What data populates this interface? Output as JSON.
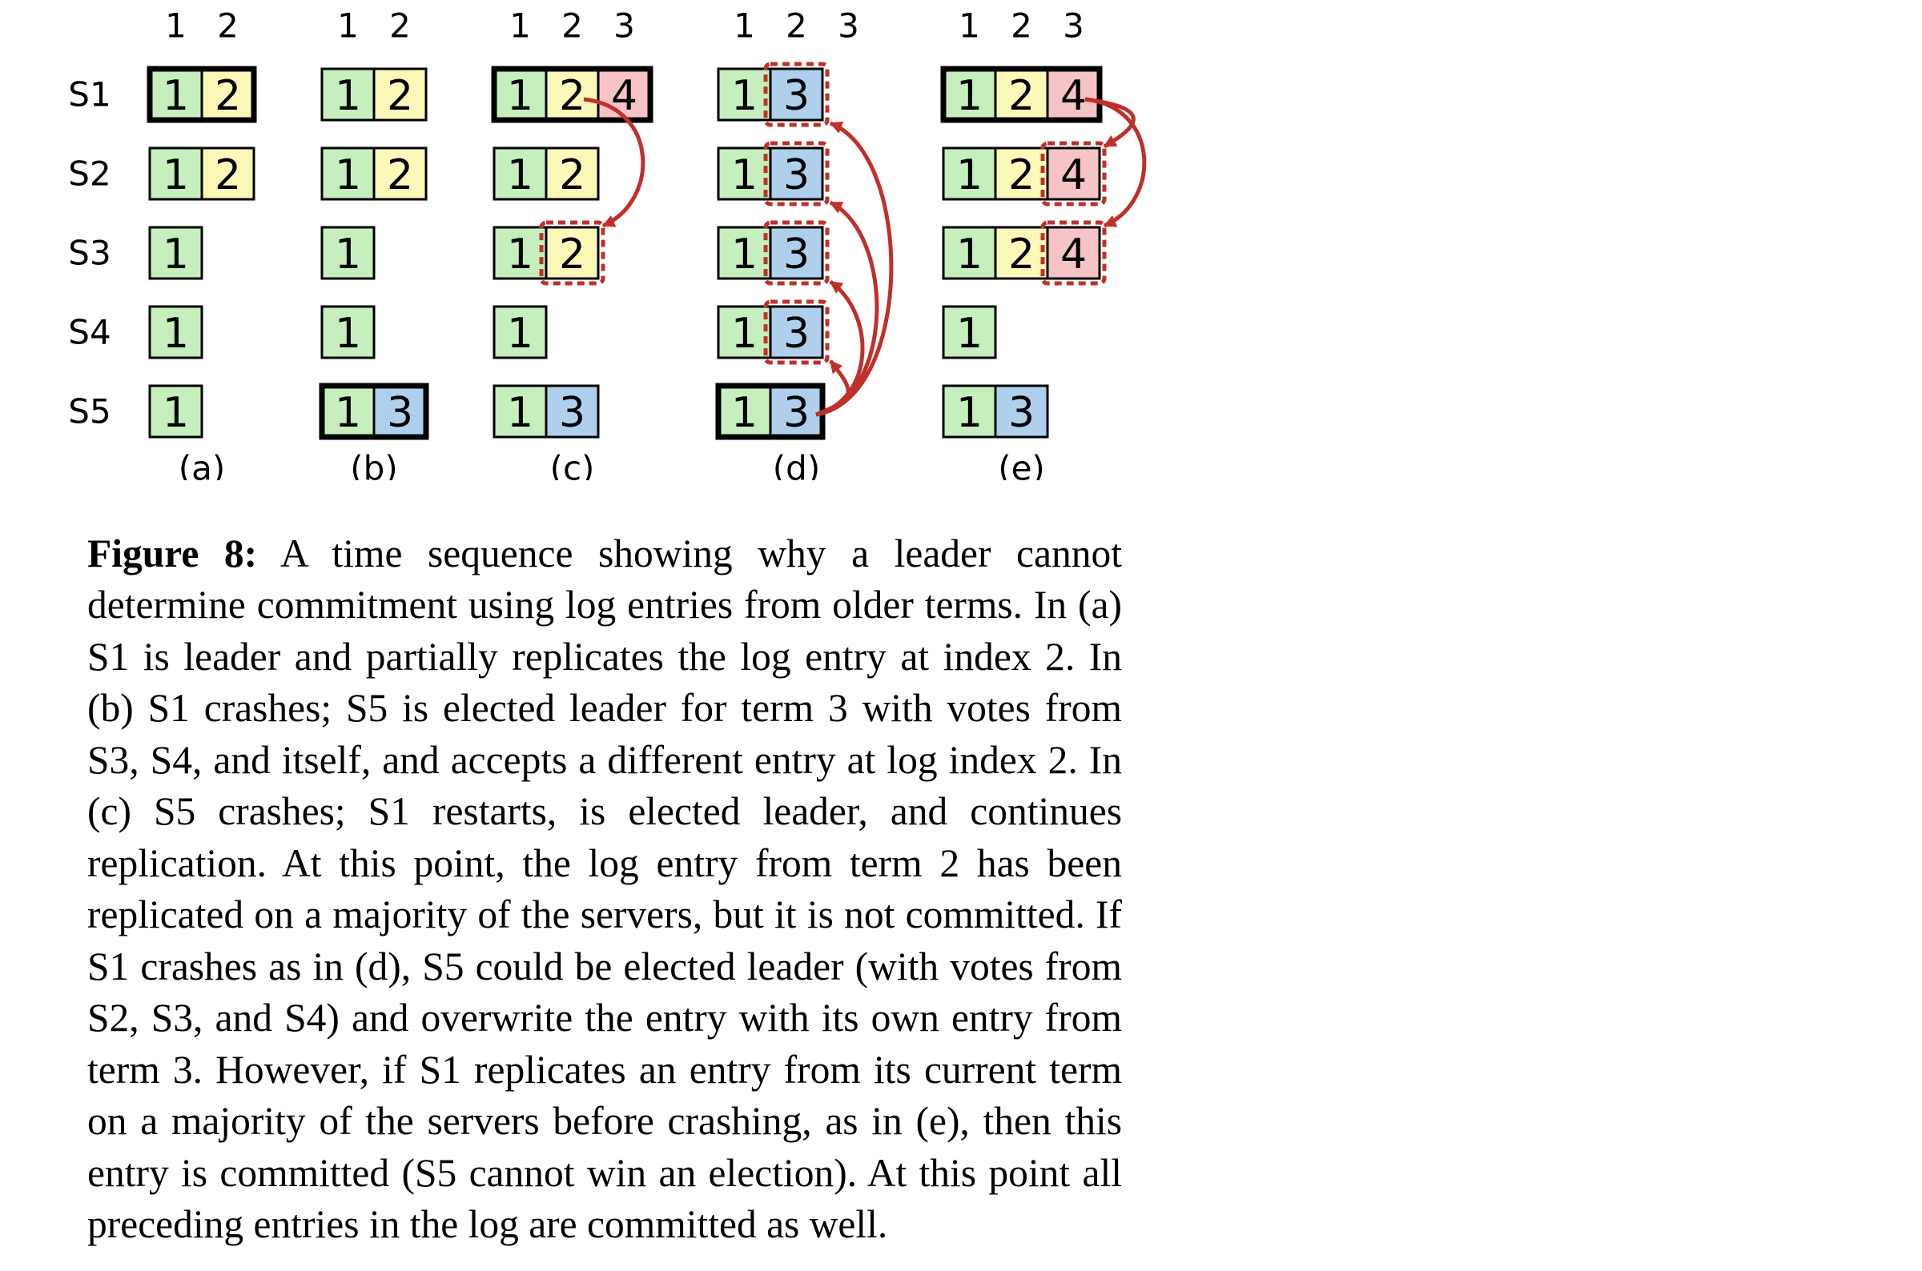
{
  "columns": [
    {
      "label": "(a)",
      "index_headers": [
        "1",
        "2"
      ],
      "rows": [
        {
          "server": "S1",
          "entries": [
            "1",
            "2"
          ],
          "leader": true,
          "dashed_from": null
        },
        {
          "server": "S2",
          "entries": [
            "1",
            "2"
          ],
          "leader": false,
          "dashed_from": null
        },
        {
          "server": "S3",
          "entries": [
            "1"
          ],
          "leader": false,
          "dashed_from": null
        },
        {
          "server": "S4",
          "entries": [
            "1"
          ],
          "leader": false,
          "dashed_from": null
        },
        {
          "server": "S5",
          "entries": [
            "1"
          ],
          "leader": false,
          "dashed_from": null
        }
      ]
    },
    {
      "label": "(b)",
      "index_headers": [
        "1",
        "2"
      ],
      "rows": [
        {
          "server": "S1",
          "entries": [
            "1",
            "2"
          ],
          "leader": false,
          "dashed_from": null
        },
        {
          "server": "S2",
          "entries": [
            "1",
            "2"
          ],
          "leader": false,
          "dashed_from": null
        },
        {
          "server": "S3",
          "entries": [
            "1"
          ],
          "leader": false,
          "dashed_from": null
        },
        {
          "server": "S4",
          "entries": [
            "1"
          ],
          "leader": false,
          "dashed_from": null
        },
        {
          "server": "S5",
          "entries": [
            "1",
            "3"
          ],
          "leader": true,
          "dashed_from": null
        }
      ]
    },
    {
      "label": "(c)",
      "index_headers": [
        "1",
        "2",
        "3"
      ],
      "rows": [
        {
          "server": "S1",
          "entries": [
            "1",
            "2",
            "4"
          ],
          "leader": true,
          "dashed_from": null
        },
        {
          "server": "S2",
          "entries": [
            "1",
            "2"
          ],
          "leader": false,
          "dashed_from": null
        },
        {
          "server": "S3",
          "entries": [
            "1",
            "2"
          ],
          "leader": false,
          "dashed_from": 1
        },
        {
          "server": "S4",
          "entries": [
            "1"
          ],
          "leader": false,
          "dashed_from": null
        },
        {
          "server": "S5",
          "entries": [
            "1",
            "3"
          ],
          "leader": false,
          "dashed_from": null
        }
      ]
    },
    {
      "label": "(d)",
      "index_headers": [
        "1",
        "2",
        "3"
      ],
      "rows": [
        {
          "server": "S1",
          "entries": [
            "1",
            "3"
          ],
          "leader": false,
          "dashed_from": 1
        },
        {
          "server": "S2",
          "entries": [
            "1",
            "3"
          ],
          "leader": false,
          "dashed_from": 1
        },
        {
          "server": "S3",
          "entries": [
            "1",
            "3"
          ],
          "leader": false,
          "dashed_from": 1
        },
        {
          "server": "S4",
          "entries": [
            "1",
            "3"
          ],
          "leader": false,
          "dashed_from": 1
        },
        {
          "server": "S5",
          "entries": [
            "1",
            "3"
          ],
          "leader": true,
          "dashed_from": null
        }
      ]
    },
    {
      "label": "(e)",
      "index_headers": [
        "1",
        "2",
        "3"
      ],
      "rows": [
        {
          "server": "S1",
          "entries": [
            "1",
            "2",
            "4"
          ],
          "leader": true,
          "dashed_from": null
        },
        {
          "server": "S2",
          "entries": [
            "1",
            "2",
            "4"
          ],
          "leader": false,
          "dashed_from": 2
        },
        {
          "server": "S3",
          "entries": [
            "1",
            "2",
            "4"
          ],
          "leader": false,
          "dashed_from": 2
        },
        {
          "server": "S4",
          "entries": [
            "1"
          ],
          "leader": false,
          "dashed_from": null
        },
        {
          "server": "S5",
          "entries": [
            "1",
            "3"
          ],
          "leader": false,
          "dashed_from": null
        }
      ]
    }
  ],
  "arrows": [
    {
      "column": 2,
      "from_row": 0,
      "to_row": 2,
      "entry": 1
    },
    {
      "column": 3,
      "from_row": 4,
      "to_row": 0,
      "entry": 1
    },
    {
      "column": 3,
      "from_row": 4,
      "to_row": 1,
      "entry": 1
    },
    {
      "column": 3,
      "from_row": 4,
      "to_row": 2,
      "entry": 1
    },
    {
      "column": 3,
      "from_row": 4,
      "to_row": 3,
      "entry": 1
    },
    {
      "column": 4,
      "from_row": 0,
      "to_row": 1,
      "entry": 2
    },
    {
      "column": 4,
      "from_row": 0,
      "to_row": 2,
      "entry": 2
    }
  ],
  "term_colors": {
    "1": "#c6efbd",
    "2": "#fbf8b8",
    "3": "#aed0ec",
    "4": "#f6c4c6"
  },
  "highlight_color": "#c0302a",
  "caption": {
    "label": "Figure 8:",
    "text": "A time sequence showing why a leader cannot determine commitment using log entries from older terms. In (a) S1 is leader and partially replicates the log entry at index 2. In (b) S1 crashes; S5 is elected leader for term 3 with votes from S3, S4, and itself, and accepts a different entry at log index 2. In (c) S5 crashes; S1 restarts, is elected leader, and continues replication. At this point, the log entry from term 2 has been replicated on a majority of the servers, but it is not committed. If S1 crashes as in (d), S5 could be elected leader (with votes from S2, S3, and S4) and overwrite the entry with its own entry from term 3. However, if S1 replicates an entry from its current term on a majority of the servers before crashing, as in (e), then this entry is committed (S5 cannot win an election). At this point all preceding entries in the log are committed as well."
  }
}
